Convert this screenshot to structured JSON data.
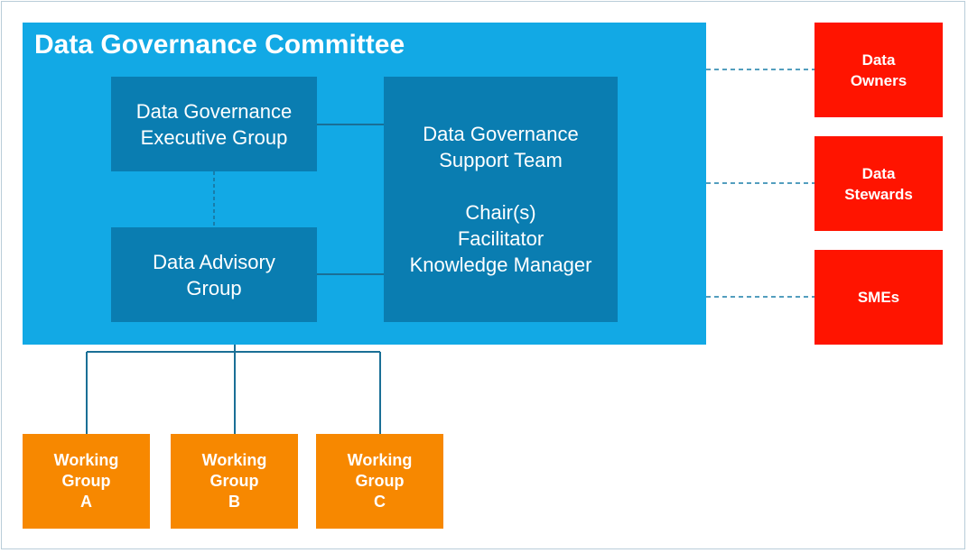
{
  "committee": {
    "title": "Data Governance Committee",
    "executive_group": "Data Governance\nExecutive Group",
    "advisory_group": "Data Advisory\nGroup",
    "support_team": "Data Governance\nSupport Team\n\nChair(s)\nFacilitator\nKnowledge Manager"
  },
  "roles": [
    {
      "label": "Data\nOwners"
    },
    {
      "label": "Data\nStewards"
    },
    {
      "label": "SMEs"
    }
  ],
  "working_groups": [
    {
      "label": "Working\nGroup\nA"
    },
    {
      "label": "Working\nGroup\nB"
    },
    {
      "label": "Working\nGroup\nC"
    }
  ],
  "colors": {
    "committee": "#12a9e5",
    "inner_box": "#0a7db1",
    "role_box": "#ff1400",
    "working_group_box": "#f78800",
    "connector_solid": "#1a6f96",
    "connector_dashed": "#1a7fa8"
  }
}
